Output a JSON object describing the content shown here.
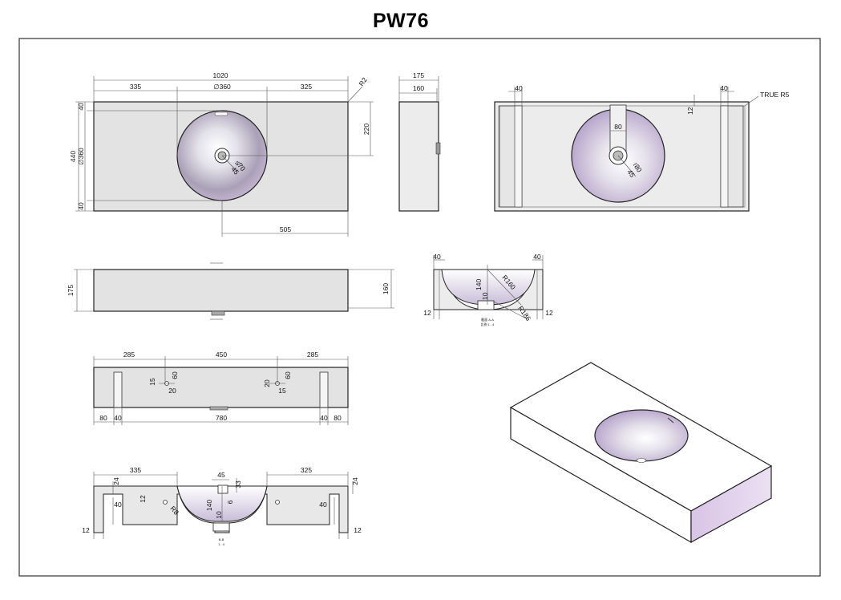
{
  "title": "PW76",
  "top_view": {
    "w1020": "1020",
    "w335": "335",
    "d360": "∅360",
    "w325": "325",
    "r2": "R2",
    "h40a": "40",
    "h440": "440",
    "d360v": "∅360",
    "h40b": "40",
    "h220": "220",
    "w505": "505",
    "d70": "≰70",
    "d45": "45"
  },
  "side_view": {
    "w175": "175",
    "w160": "160"
  },
  "bottom_view": {
    "w40a": "40",
    "w40b": "40",
    "true_r5": "TRUE R5",
    "h12": "12",
    "w80": "80",
    "d80": "≀80",
    "d45": "45"
  },
  "front_view": {
    "h175": "175",
    "h160": "160"
  },
  "section_view": {
    "w40a": "40",
    "w40b": "40",
    "h140": "140",
    "r160": "R160",
    "h10": "10",
    "r186": "R186",
    "w12a": "12",
    "w12b": "12",
    "label": "截面 A-A",
    "scale": "比例 1 : 4"
  },
  "back_view": {
    "w285a": "285",
    "w450": "450",
    "w285b": "285",
    "h15a": "15",
    "h60a": "60",
    "w20a": "20",
    "w20b": "20",
    "h60b": "60",
    "h15b": "15",
    "w80a": "80",
    "w40a": "40",
    "w780": "780",
    "w40b": "40",
    "w80b": "80"
  },
  "long_section": {
    "w335": "335",
    "w325": "325",
    "w45": "45",
    "h33": "33",
    "h24a": "24",
    "h24b": "24",
    "h12": "12",
    "h40a": "40",
    "r8": "R8",
    "h140": "140",
    "h6": "6",
    "h10": "10",
    "h40b": "40",
    "w12a": "12",
    "w12b": "12",
    "label": "B-B",
    "scale": "1 : 4"
  },
  "colors": {
    "surface": "#e3e3e3",
    "basin": "#d8cfe6",
    "iso_side": "#e4d8ee"
  }
}
